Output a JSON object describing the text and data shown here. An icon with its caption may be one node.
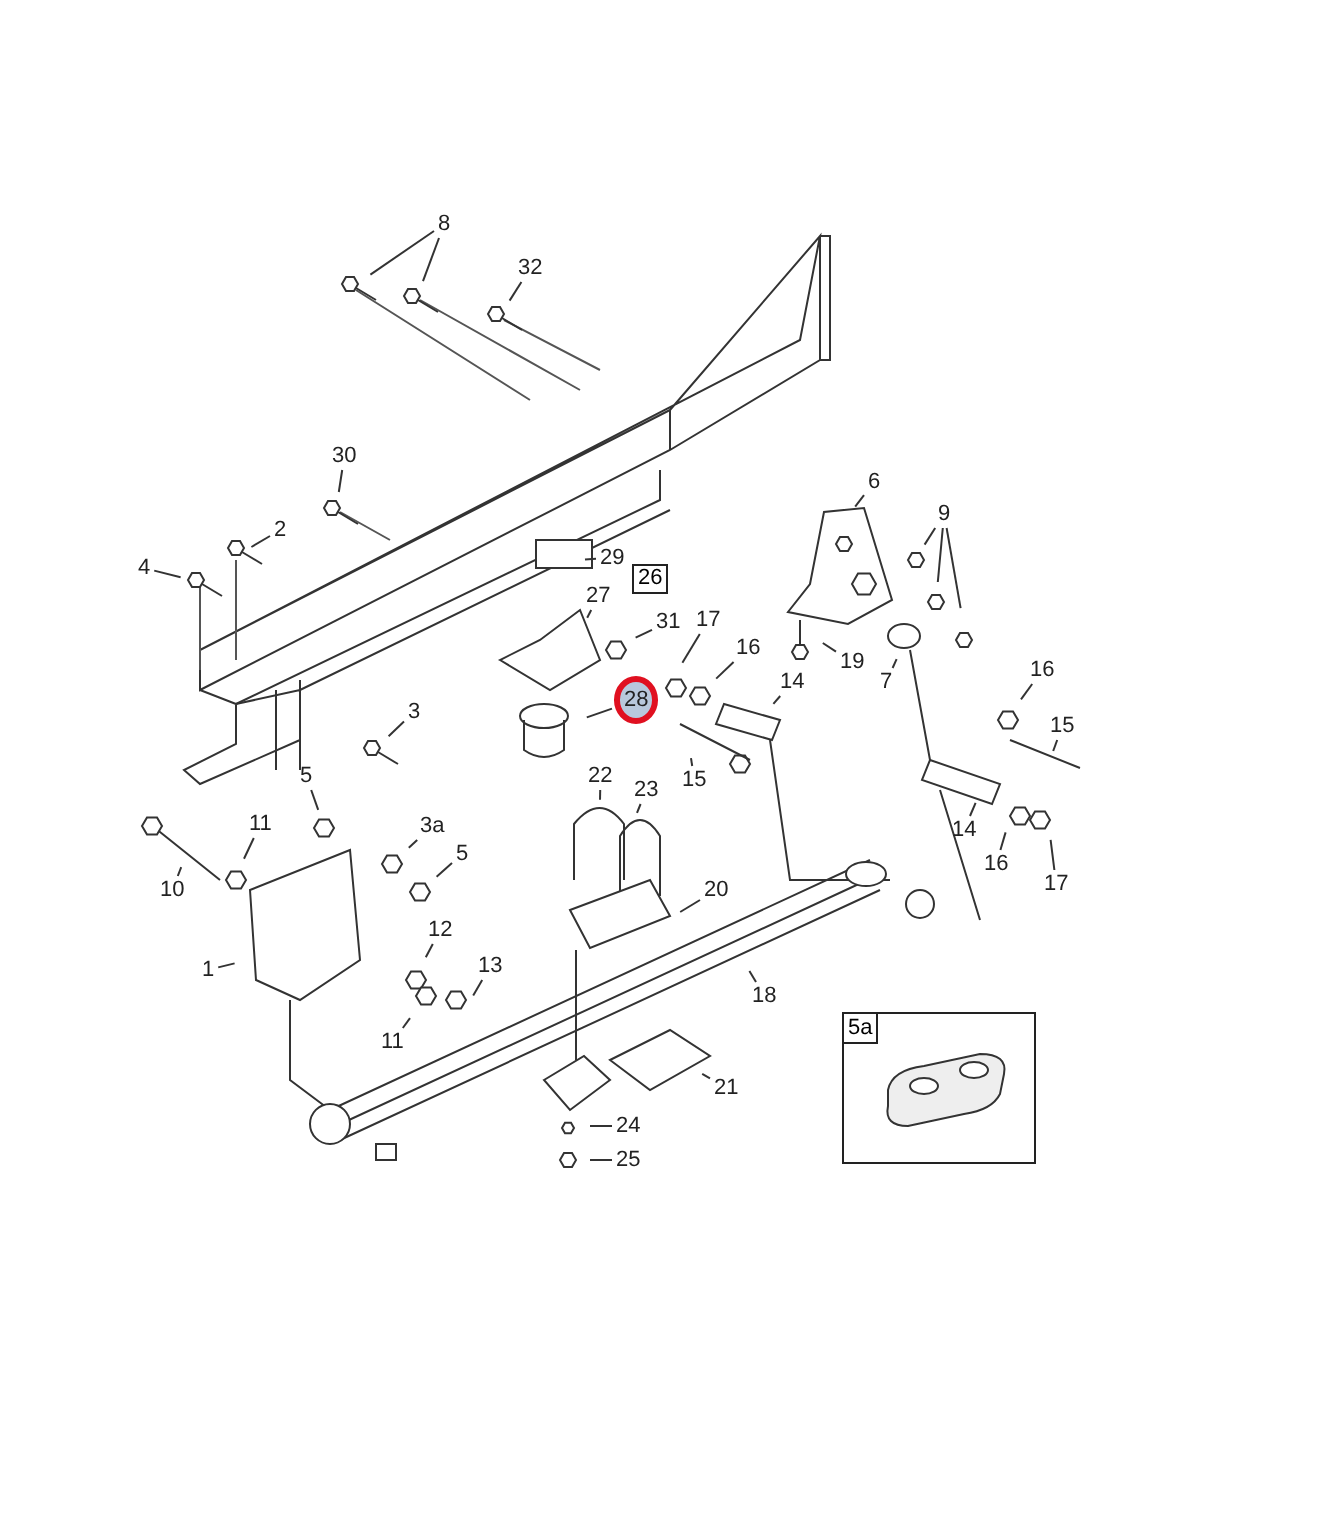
{
  "diagram": {
    "nodes": [
      {
        "text": [
          "8"
        ]
      },
      {
        "text": [
          "32"
        ]
      },
      {
        "text": [
          "30"
        ]
      },
      {
        "text": [
          "2"
        ]
      },
      {
        "text": [
          "4"
        ]
      },
      {
        "text": [
          "29"
        ]
      },
      {
        "text": [
          "27"
        ]
      },
      {
        "text": [
          "6"
        ]
      },
      {
        "text": [
          "9"
        ]
      },
      {
        "text": [
          "31"
        ]
      },
      {
        "text": [
          "17"
        ]
      },
      {
        "text": [
          "16"
        ]
      },
      {
        "text": [
          "14"
        ]
      },
      {
        "text": [
          "19"
        ]
      },
      {
        "text": [
          "7"
        ]
      },
      {
        "text": [
          "28"
        ]
      },
      {
        "text": [
          "3"
        ]
      },
      {
        "text": [
          "16"
        ]
      },
      {
        "text": [
          "15"
        ]
      },
      {
        "text": [
          "15"
        ]
      },
      {
        "text": [
          "22"
        ]
      },
      {
        "text": [
          "23"
        ]
      },
      {
        "text": [
          "5"
        ]
      },
      {
        "text": [
          "11"
        ]
      },
      {
        "text": [
          "3a"
        ]
      },
      {
        "text": [
          "5"
        ]
      },
      {
        "text": [
          "14"
        ]
      },
      {
        "text": [
          "16"
        ]
      },
      {
        "text": [
          "10"
        ]
      },
      {
        "text": [
          "17"
        ]
      },
      {
        "text": [
          "20"
        ]
      },
      {
        "text": [
          "1"
        ]
      },
      {
        "text": [
          "12"
        ]
      },
      {
        "text": [
          "13"
        ]
      },
      {
        "text": [
          "18"
        ]
      },
      {
        "text": [
          "11"
        ]
      },
      {
        "text": [
          "21"
        ]
      },
      {
        "text": [
          "24"
        ]
      },
      {
        "text": [
          "25"
        ]
      },
      {
        "text": [
          "5a"
        ]
      }
    ],
    "edges": [
      {
        "from": 0,
        "to": null,
        "arrow": "none"
      },
      {
        "from": 0,
        "to": null,
        "arrow": "none"
      },
      {
        "from": 1,
        "to": null,
        "arrow": "none"
      },
      {
        "from": 2,
        "to": null,
        "arrow": "none"
      },
      {
        "from": 3,
        "to": null,
        "arrow": "none"
      },
      {
        "from": 4,
        "to": null,
        "arrow": "none"
      },
      {
        "from": 5,
        "to": null,
        "arrow": "none"
      },
      {
        "from": 6,
        "to": null,
        "arrow": "none"
      },
      {
        "from": 7,
        "to": null,
        "arrow": "none"
      },
      {
        "from": 8,
        "to": null,
        "arrow": "none"
      },
      {
        "from": 8,
        "to": null,
        "arrow": "none"
      },
      {
        "from": 8,
        "to": null,
        "arrow": "none"
      },
      {
        "from": 9,
        "to": null,
        "arrow": "none"
      },
      {
        "from": 10,
        "to": null,
        "arrow": "none"
      },
      {
        "from": 11,
        "to": null,
        "arrow": "none"
      },
      {
        "from": 12,
        "to": null,
        "arrow": "none"
      },
      {
        "from": 13,
        "to": null,
        "arrow": "none"
      },
      {
        "from": 14,
        "to": null,
        "arrow": "none"
      },
      {
        "from": 15,
        "to": null,
        "arrow": "none"
      },
      {
        "from": 16,
        "to": null,
        "arrow": "none"
      },
      {
        "from": 17,
        "to": null,
        "arrow": "none"
      },
      {
        "from": 18,
        "to": null,
        "arrow": "none"
      },
      {
        "from": 19,
        "to": null,
        "arrow": "none"
      },
      {
        "from": 20,
        "to": null,
        "arrow": "none"
      },
      {
        "from": 21,
        "to": null,
        "arrow": "none"
      },
      {
        "from": 22,
        "to": null,
        "arrow": "none"
      },
      {
        "from": 23,
        "to": null,
        "arrow": "none"
      },
      {
        "from": 24,
        "to": null,
        "arrow": "none"
      },
      {
        "from": 25,
        "to": null,
        "arrow": "none"
      },
      {
        "from": 26,
        "to": null,
        "arrow": "none"
      },
      {
        "from": 27,
        "to": null,
        "arrow": "none"
      },
      {
        "from": 28,
        "to": null,
        "arrow": "none"
      },
      {
        "from": 29,
        "to": null,
        "arrow": "none"
      },
      {
        "from": 30,
        "to": null,
        "arrow": "none"
      },
      {
        "from": 31,
        "to": null,
        "arrow": "none"
      },
      {
        "from": 32,
        "to": null,
        "arrow": "none"
      },
      {
        "from": 33,
        "to": null,
        "arrow": "none"
      },
      {
        "from": 34,
        "to": null,
        "arrow": "none"
      },
      {
        "from": 35,
        "to": null,
        "arrow": "none"
      },
      {
        "from": 36,
        "to": null,
        "arrow": "none"
      },
      {
        "from": 37,
        "to": null,
        "arrow": "none"
      },
      {
        "from": 38,
        "to": null,
        "arrow": "none"
      }
    ],
    "labels": [
      "26"
    ]
  }
}
